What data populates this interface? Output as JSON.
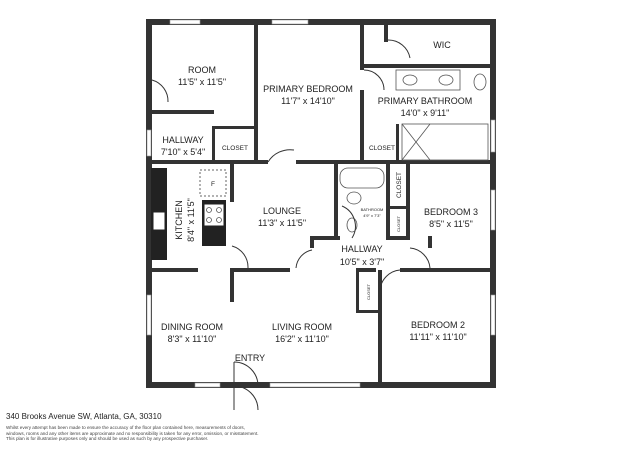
{
  "address": "340 Brooks Avenue SW, Atlanta, GA, 30310",
  "disclaimer": [
    "Whilst every attempt has been made to ensure the accuracy of the floor plan contained here, measurements of doors,",
    "windows, rooms and any other items are approximate and no responsibility is taken for any error, omission, or misstatement.",
    "This plan is for illustrative purposes only and should be used as such by any prospective purchaser."
  ],
  "rooms": {
    "room": {
      "name": "ROOM",
      "dims": "11'5\" x 11'5\""
    },
    "primary_bedroom": {
      "name": "PRIMARY BEDROOM",
      "dims": "11'7\" x 14'10\""
    },
    "wic": {
      "name": "WIC"
    },
    "primary_bathroom": {
      "name": "PRIMARY BATHROOM",
      "dims": "14'0\" x 9'11\""
    },
    "hallway_1": {
      "name": "HALLWAY",
      "dims": "7'10\" x 5'4\""
    },
    "closet_1": {
      "name": "CLOSET"
    },
    "closet_2": {
      "name": "CLOSET"
    },
    "closet_3": {
      "name": "CLOSET"
    },
    "closet_4": {
      "name": "CLOSET"
    },
    "closet_5": {
      "name": "CLOSET"
    },
    "kitchen": {
      "name": "KITCHEN",
      "dims": "8'4\" x 11'5\""
    },
    "fridge": {
      "name": "F"
    },
    "lounge": {
      "name": "LOUNGE",
      "dims": "11'3\" x 11'5\""
    },
    "bathroom": {
      "name": "BATHROOM",
      "dims": "4'9\" x 7'3\""
    },
    "bedroom_3": {
      "name": "BEDROOM 3",
      "dims": "8'5\" x 11'5\""
    },
    "hallway_2": {
      "name": "HALLWAY",
      "dims": "10'5\" x 3'7\""
    },
    "dining_room": {
      "name": "DINING ROOM",
      "dims": "8'3\" x 11'10\""
    },
    "living_room": {
      "name": "LIVING ROOM",
      "dims": "16'2\" x 11'10\""
    },
    "bedroom_2": {
      "name": "BEDROOM 2",
      "dims": "11'11\" x 11'10\""
    },
    "entry": {
      "name": "ENTRY"
    }
  }
}
